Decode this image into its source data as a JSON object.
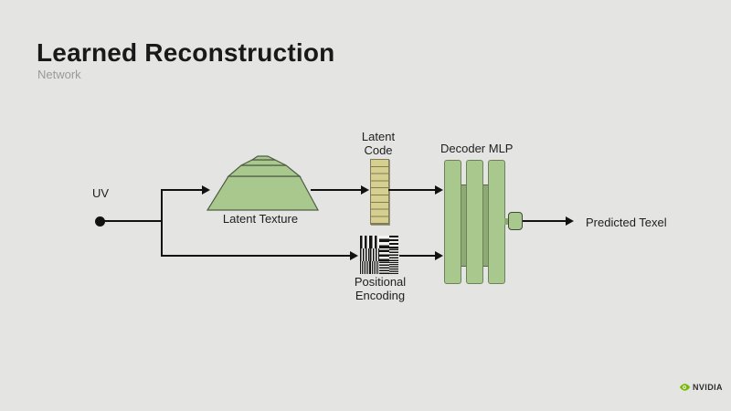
{
  "slide": {
    "title": "Learned Reconstruction",
    "subtitle": "Network"
  },
  "diagram": {
    "input_label": "UV",
    "latent_texture_label": "Latent Texture",
    "latent_code_label": "Latent\nCode",
    "positional_encoding_label": "Positional\nEncoding",
    "decoder_label": "Decoder MLP",
    "output_label": "Predicted Texel"
  },
  "footer": {
    "brand": "NVIDIA"
  },
  "colors": {
    "background": "#e4e5e3",
    "diagram_green": "#a8c88e",
    "diagram_green_dark": "#8caa72",
    "diagram_outline": "#4f5d45",
    "latent_code_fill": "#d6cf8e",
    "line_black": "#121212",
    "subtitle_gray": "#9a9a9a",
    "nvidia_green": "#76b900"
  }
}
